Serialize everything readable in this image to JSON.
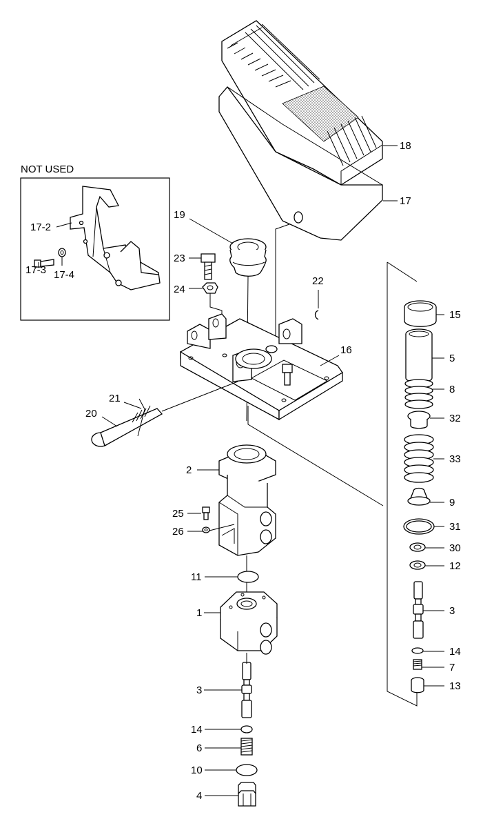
{
  "not_used_caption": "NOT USED",
  "callouts": {
    "p18": "18",
    "p17": "17",
    "p19": "19",
    "p23": "23",
    "p24": "24",
    "p22": "22",
    "p16": "16",
    "p21": "21",
    "p20": "20",
    "p2": "2",
    "p25": "25",
    "p26": "26",
    "p11": "11",
    "p1": "1",
    "p3": "3",
    "p14": "14",
    "p6": "6",
    "p10": "10",
    "p4": "4",
    "p17_2": "17-2",
    "p17_3": "17-3",
    "p17_4": "17-4",
    "r15": "15",
    "r5": "5",
    "r8": "8",
    "r32": "32",
    "r33": "33",
    "r9": "9",
    "r31": "31",
    "r30": "30",
    "r12": "12",
    "r3": "3",
    "r14": "14",
    "r7": "7",
    "r13": "13"
  }
}
